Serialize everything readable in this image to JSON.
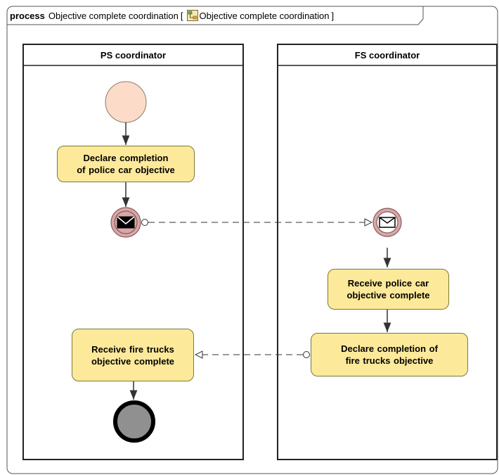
{
  "frame": {
    "keyword": "process",
    "name": "Objective complete coordination",
    "open_bracket": "[",
    "ref_name": "Objective complete coordination",
    "close_bracket": "]"
  },
  "lanes": {
    "ps": {
      "title": "PS coordinator"
    },
    "fs": {
      "title": "FS coordinator"
    }
  },
  "tasks": {
    "declare_police": "Declare   completion\nof police car objective",
    "receive_police": "Receive police car\nobjective complete",
    "declare_fire": "Declare  completion  of\nfire trucks objective",
    "receive_fire": "Receive fire trucks\nobjective complete"
  },
  "colors": {
    "task_fill": "#fde99a",
    "start_event_fill": "#fcdcc8",
    "message_event_fill": "#d8a8a8",
    "end_event_fill": "#909090"
  },
  "icons": {
    "frame_process_icon": "process-diagram-icon",
    "message_envelope": "envelope-icon"
  }
}
